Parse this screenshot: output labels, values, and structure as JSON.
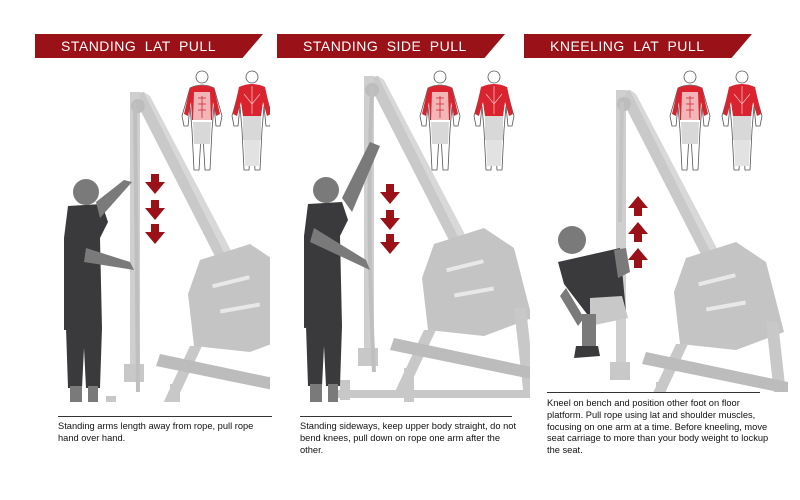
{
  "colors": {
    "header_bg": "#9a1117",
    "arrow": "#9a1117",
    "muscle_active": "#d9232e",
    "muscle_secondary": "#f2b6b9",
    "machine": "#c6c6c6",
    "person_shirt": "#3a3a3c",
    "person_skin": "#7a7a7a"
  },
  "exercises": [
    {
      "title": "STANDING LAT PULL",
      "arrow_direction": "down",
      "description": "Standing arms length away from rope,  pull rope hand over hand."
    },
    {
      "title": "STANDING SIDE PULL",
      "arrow_direction": "down",
      "description": "Standing sideways, keep upper body straight, do not bend knees, pull down on rope one arm after the other."
    },
    {
      "title": "KNEELING LAT PULL",
      "arrow_direction": "up",
      "description": "Kneel on bench and position other foot on floor platform. Pull rope using lat and shoulder muscles, focusing on one arm at a time. Before kneeling, move seat carriage to more than your body weight to lockup the seat."
    }
  ]
}
